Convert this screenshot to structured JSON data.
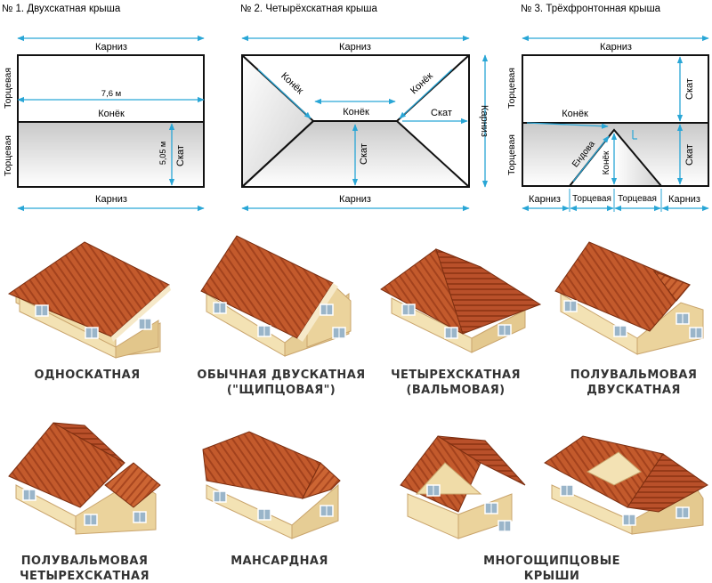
{
  "plans": {
    "p1": {
      "title": "№ 1. Двухскатная крыша",
      "eave_top": "Карниз",
      "eave_bottom": "Карниз",
      "gable_top": "Торцевая",
      "gable_bottom": "Торцевая",
      "length": "7,6 м",
      "ridge": "Конёк",
      "width": "5,05 м",
      "slope": "Скат"
    },
    "p2": {
      "title": "№ 2. Четырёхскатная крыша",
      "eave_top": "Карниз",
      "eave_bottom": "Карниз",
      "hip_left": "Конёк",
      "hip_right": "Конёк",
      "ridge": "Конёк",
      "slope_right": "Скат",
      "slope_center": "Скат",
      "eave_side": "Карниз"
    },
    "p3": {
      "title": "№ 3. Трёхфронтонная крыша",
      "eave_top": "Карниз",
      "gable_top": "Торцевая",
      "gable_bottom": "Торцевая",
      "ridge": "Конёк",
      "valley": "Ендова",
      "ridge_small": "Конёк",
      "slope_top": "Скат",
      "slope_bottom": "Скат",
      "eave_left": "Карниз",
      "front_left": "Торцевая",
      "front_right": "Торцевая",
      "eave_right": "Карниз"
    }
  },
  "types": [
    {
      "line1": "ОДНОСКАТНАЯ",
      "line2": ""
    },
    {
      "line1": "ОБЫЧНАЯ ДВУСКАТНАЯ",
      "line2": "(\"ЩИПЦОВАЯ\")"
    },
    {
      "line1": "ЧЕТЫРЕХСКАТНАЯ",
      "line2": "(ВАЛЬМОВАЯ)"
    },
    {
      "line1": "ПОЛУВАЛЬМОВАЯ",
      "line2": "ДВУСКАТНАЯ"
    },
    {
      "line1": "ПОЛУВАЛЬМОВАЯ",
      "line2": "ЧЕТЫРЕХСКАТНАЯ"
    },
    {
      "line1": "МАНСАРДНАЯ",
      "line2": ""
    },
    {
      "line1": "МНОГОЩИПЦОВЫЕ",
      "line2": "КРЫШИ"
    }
  ],
  "colors": {
    "dimension": "#29a6d6",
    "outline": "#111111",
    "roof": "#c0552a",
    "roof_dark": "#9a3d1c",
    "wall": "#f0dca8",
    "window": "#9ab5c9"
  }
}
